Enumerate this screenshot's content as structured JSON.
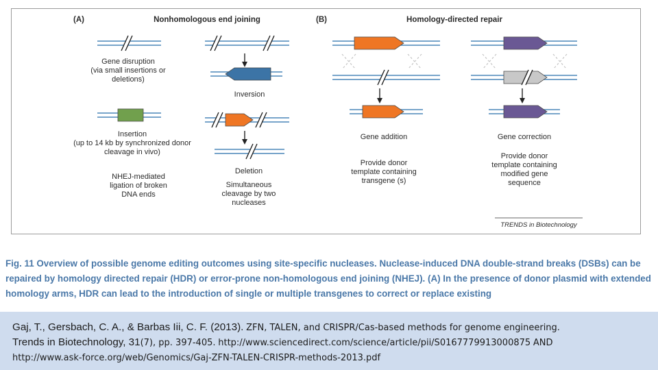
{
  "figure": {
    "panel_a": {
      "letter": "(A)",
      "title": "Nonhomologous end joining",
      "gene_disruption": [
        "Gene disruption",
        "(via small insertions or",
        "deletions)"
      ],
      "inversion": "Inversion",
      "insertion": [
        "Insertion",
        "(up to 14 kb by synchronized donor",
        "cleavage in vivo)"
      ],
      "deletion": "Deletion",
      "nhej_note": [
        "NHEJ-mediated",
        "ligation of broken",
        "DNA ends"
      ],
      "simultaneous": [
        "Simultaneous",
        "cleavage by two",
        "nucleases"
      ]
    },
    "panel_b": {
      "letter": "(B)",
      "title": "Homology-directed repair",
      "gene_addition": "Gene addition",
      "addition_note": [
        "Provide donor",
        "template containing",
        "transgene (s)"
      ],
      "gene_correction": "Gene correction",
      "correction_note": [
        "Provide donor",
        "template containing",
        "modified gene",
        "sequence"
      ]
    },
    "credit": "TRENDS in Biotechnology",
    "colors": {
      "dna_strand": "#4a86b8",
      "inversion_gene": "#3c74a6",
      "insertion_gene": "#71a04d",
      "transgene": "#ef7624",
      "corrected_gene": "#6a5894",
      "mutant_gene": "#c8c8c8",
      "label_text": "#2a2a2a"
    }
  },
  "caption": "Fig. 11 Overview of possible genome editing outcomes using site-specific nucleases. Nuclease-induced DNA double-strand breaks (DSBs) can be repaired by homology directed repair (HDR) or error-prone non-homologous end joining (NHEJ). (A) In the presence of donor plasmid with extended homology arms, HDR can lead to the introduction of single or multiple transgenes to correct or replace existing",
  "citation": {
    "authors": "Gaj, T., Gersbach, C. A., & Barbas Iii, C. F. (2013).",
    "title": "ZFN, TALEN, and CRISPR/Cas-based methods for genome engineering.",
    "journal": "Trends in Biotechnology, 31",
    "issue": "(7), pp. 397-405.",
    "link1": "http://www.sciencedirect.com/science/article/pii/S0167779913000875",
    "and": "AND",
    "link2": "http://www.ask-force.org/web/Genomics/Gaj-ZFN-TALEN-CRISPR-methods-2013.pdf"
  }
}
